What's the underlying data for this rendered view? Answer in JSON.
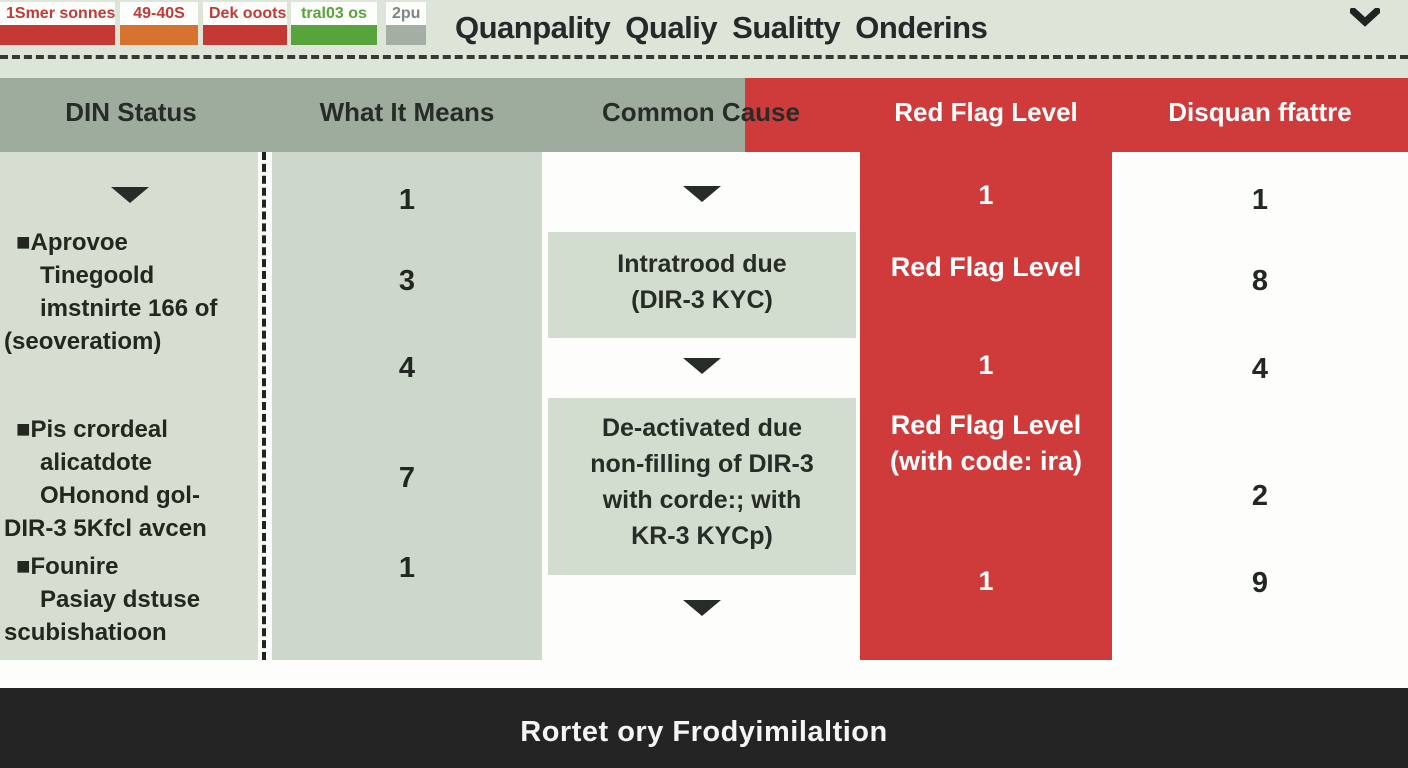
{
  "header_bar": {
    "chips": [
      {
        "label": "1Smer sonnes",
        "text_color": "#c23a34",
        "bar_color": "#c43a33"
      },
      {
        "label": "49-40S",
        "text_color": "#c23a34",
        "bar_color": "#d8722f"
      },
      {
        "label": "Dek ooots",
        "text_color": "#c23a34",
        "bar_color": "#c43a33"
      },
      {
        "label": "tral03 os",
        "text_color": "#57a33c",
        "bar_color": "#57a33c"
      },
      {
        "label": "2pu",
        "text_color": "#7c8781",
        "bar_color": "#a4aea5"
      }
    ],
    "title": "Quanpality Qualiy Sualitty Onderins",
    "chevron_icon": "chevron-down"
  },
  "table": {
    "columns": [
      "DIN Status",
      "What It Means",
      "Common Cause",
      "Red Flag Level",
      "Disquan ffattre"
    ],
    "din_status": {
      "blocks": [
        {
          "lines": [
            "■Aprovoe",
            "Tinegoold",
            "imstnirte 166 of",
            "(seoveratiom)"
          ]
        },
        {
          "lines": [
            "■Pis crordeal",
            "alicatdote",
            "OHonond gol-",
            "DIR-3 5Kfcl avcen"
          ]
        },
        {
          "lines": [
            "■Founire",
            "Pasiay dstuse",
            "scubishatioon"
          ]
        }
      ]
    },
    "what_it_means": [
      "1",
      "3",
      "4",
      "7",
      "1"
    ],
    "common_cause": {
      "box1": {
        "line1": "Intratrood due",
        "line2": "(DIR-3 KYC)"
      },
      "box2": {
        "line1": "De-activated due",
        "line2": "non-filling of DIR-3",
        "line3": "with corde:; with",
        "line4": "KR-3 KYCp)"
      }
    },
    "red_flag": {
      "value1": "1",
      "label1": "Red Flag Level",
      "value2": "1",
      "label2_line1": "Red Flag Level",
      "label2_line2": "(with code: ira)",
      "value3": "1"
    },
    "disqualification": [
      "1",
      "8",
      "4",
      "2",
      "9"
    ]
  },
  "footer": {
    "title": "Rortet ory Frodyimilaltion"
  },
  "colors": {
    "page_sage": "#dde4d8",
    "header_green": "#9dac9c",
    "col1_sage": "#d5ded1",
    "col2_sage": "#cdd7cb",
    "box_green": "#d2dccf",
    "red": "#cf3b3b",
    "footer_dark": "#242424"
  }
}
